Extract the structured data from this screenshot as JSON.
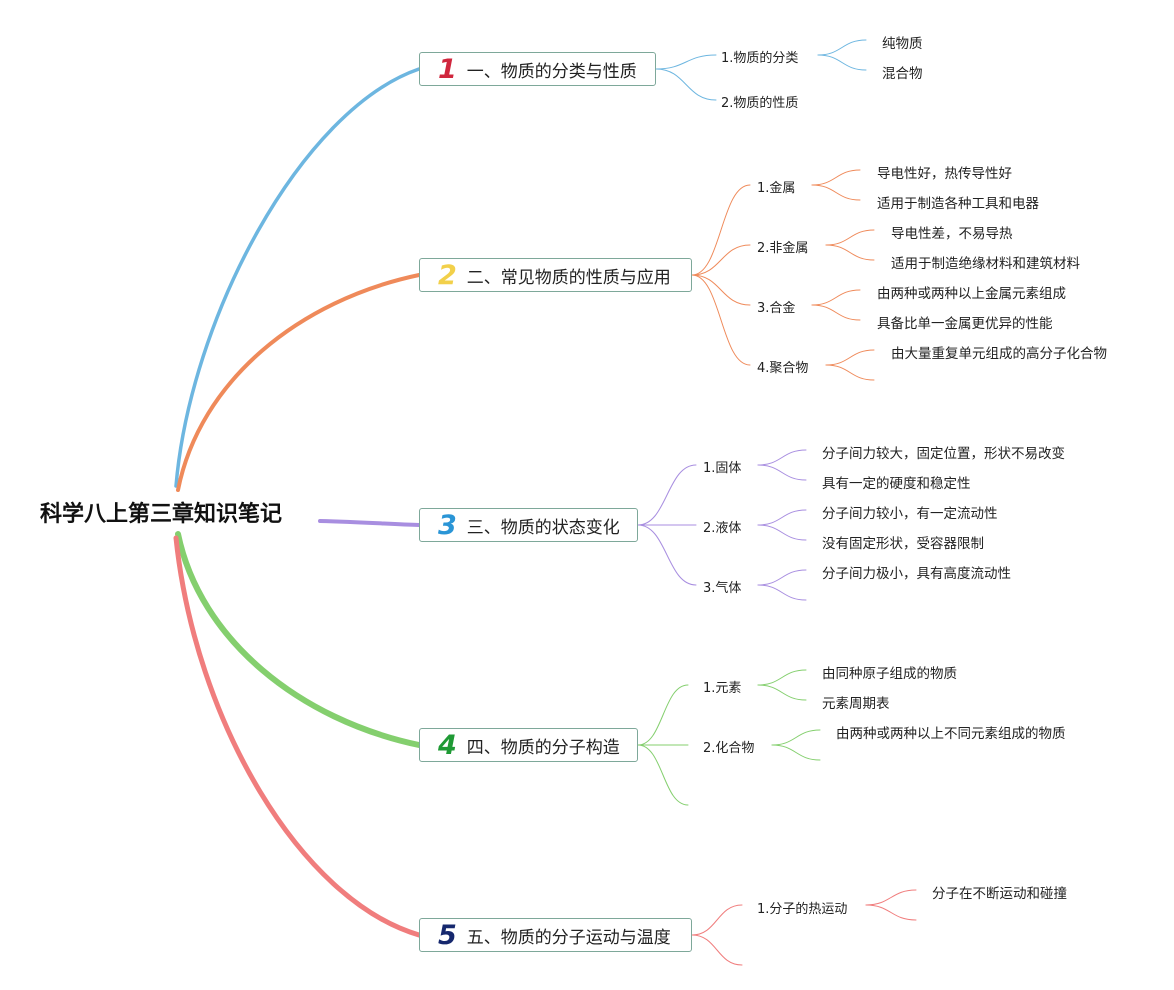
{
  "root": {
    "title": "科学八上第三章知识笔记"
  },
  "topics": [
    {
      "number": "1",
      "label": "一、物质的分类与性质",
      "color": "#6db6e0",
      "number_color": "#d0263d",
      "subs": [
        {
          "label": "1.物质的分类",
          "leaves": [
            "纯物质",
            "混合物"
          ]
        },
        {
          "label": "2.物质的性质",
          "leaves": []
        }
      ]
    },
    {
      "number": "2",
      "label": "二、常见物质的性质与应用",
      "color": "#ef8a5a",
      "number_color": "#f2d04a",
      "subs": [
        {
          "label": "1.金属",
          "leaves": [
            "导电性好，热传导性好",
            "适用于制造各种工具和电器"
          ]
        },
        {
          "label": "2.非金属",
          "leaves": [
            "导电性差，不易导热",
            "适用于制造绝缘材料和建筑材料"
          ]
        },
        {
          "label": "3.合金",
          "leaves": [
            "由两种或两种以上金属元素组成",
            "具备比单一金属更优异的性能"
          ]
        },
        {
          "label": "4.聚合物",
          "leaves": [
            "由大量重复单元组成的高分子化合物",
            ""
          ]
        }
      ]
    },
    {
      "number": "3",
      "label": "三、物质的状态变化",
      "color": "#a88ee0",
      "number_color": "#2a95d6",
      "subs": [
        {
          "label": "1.固体",
          "leaves": [
            "分子间力较大，固定位置，形状不易改变",
            "具有一定的硬度和稳定性"
          ]
        },
        {
          "label": "2.液体",
          "leaves": [
            "分子间力较小，有一定流动性",
            "没有固定形状，受容器限制"
          ]
        },
        {
          "label": "3.气体",
          "leaves": [
            "分子间力极小，具有高度流动性",
            ""
          ]
        }
      ]
    },
    {
      "number": "4",
      "label": "四、物质的分子构造",
      "color": "#84cf6e",
      "number_color": "#1f9a35",
      "subs": [
        {
          "label": "1.元素",
          "leaves": [
            "由同种原子组成的物质",
            "元素周期表"
          ]
        },
        {
          "label": "2.化合物",
          "leaves": [
            "由两种或两种以上不同元素组成的物质",
            ""
          ]
        },
        {
          "label": "",
          "leaves": []
        }
      ]
    },
    {
      "number": "5",
      "label": "五、物质的分子运动与温度",
      "color": "#f07d7d",
      "number_color": "#16286e",
      "subs": [
        {
          "label": "1.分子的热运动",
          "leaves": [
            "分子在不断运动和碰撞",
            ""
          ]
        },
        {
          "label": "",
          "leaves": []
        }
      ]
    }
  ]
}
